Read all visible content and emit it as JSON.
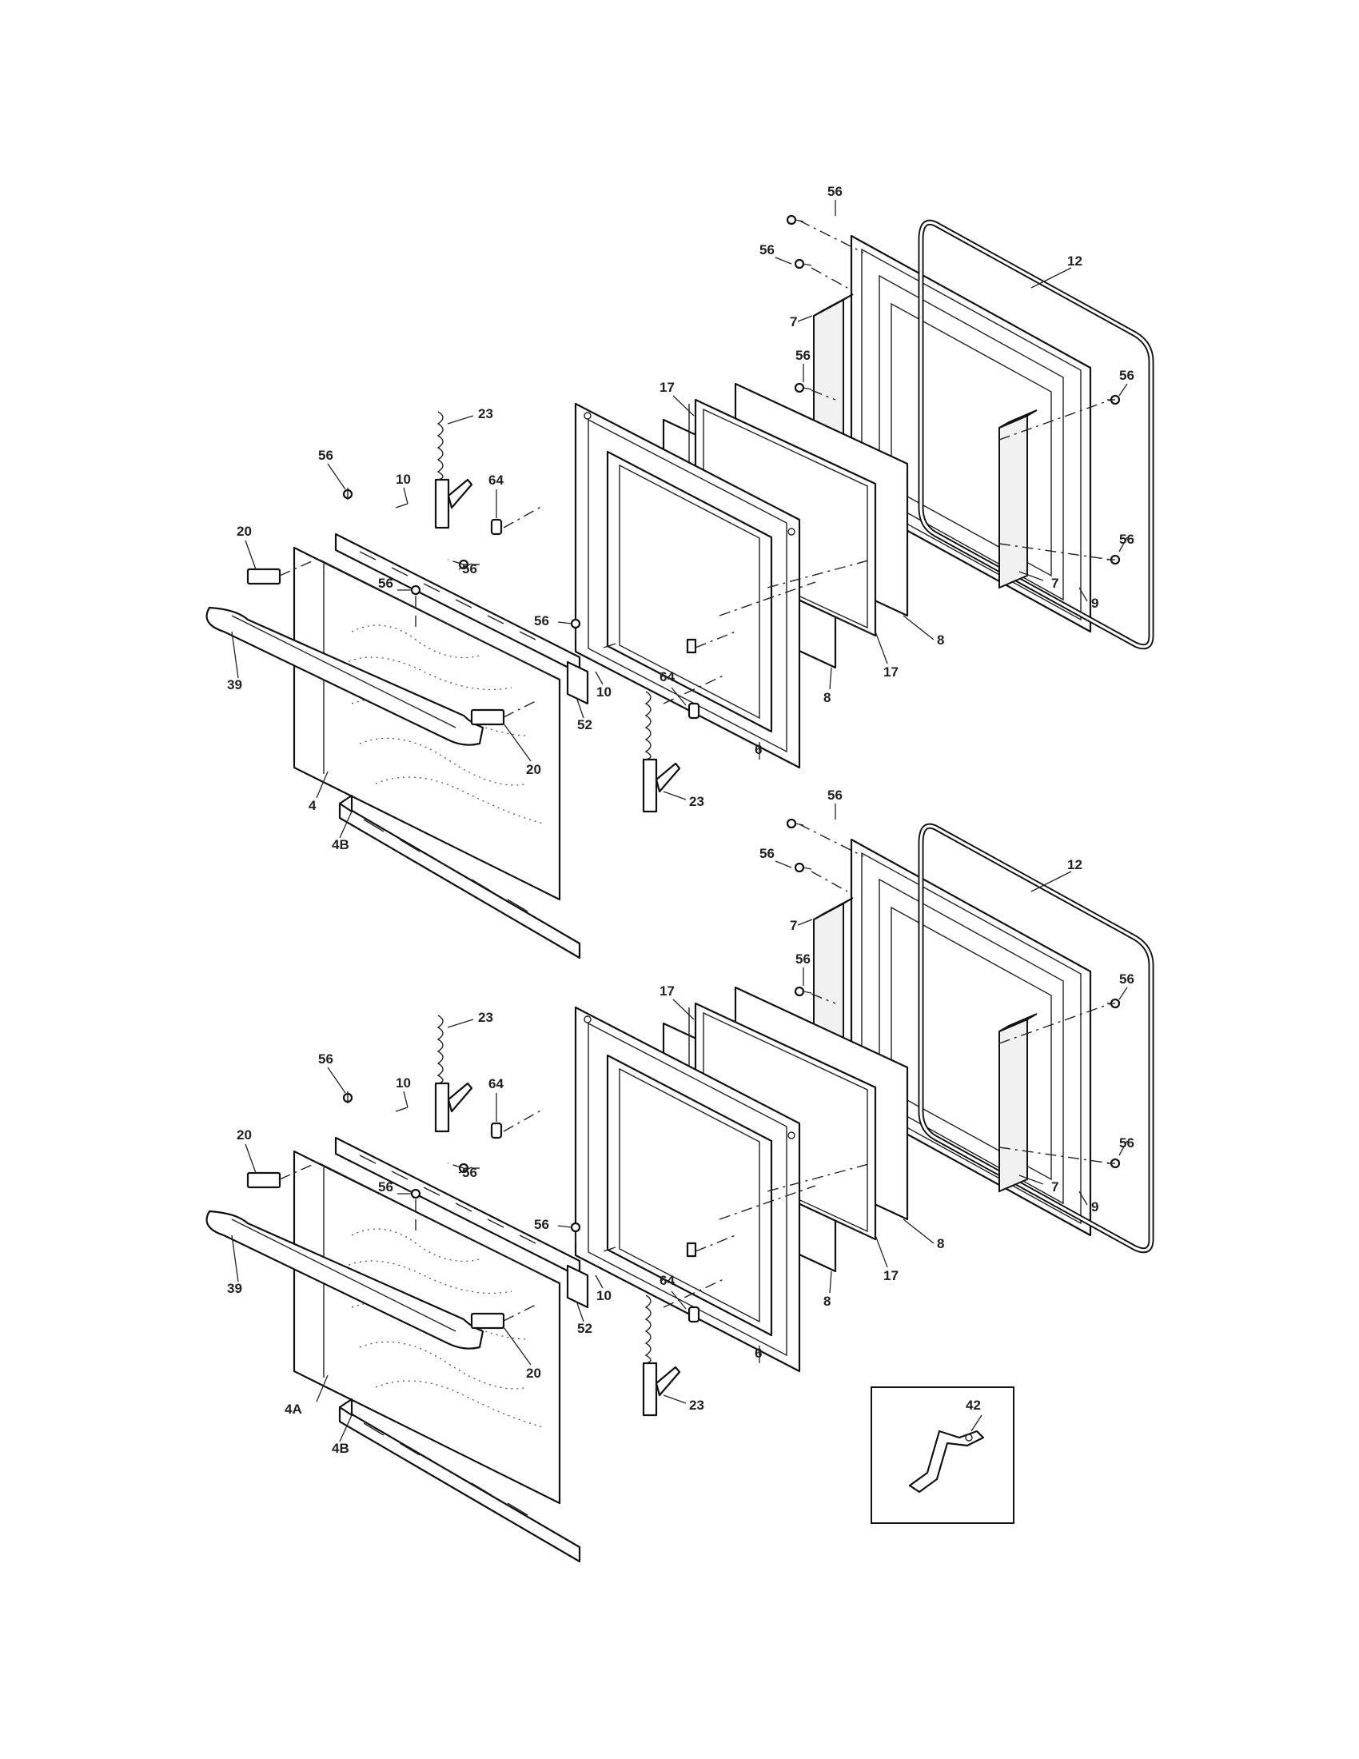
{
  "callouts": {
    "c56": "56",
    "c12": "12",
    "c7": "7",
    "c9": "9",
    "c17": "17",
    "c8": "8",
    "c6": "6",
    "c23": "23",
    "c64": "64",
    "c10": "10",
    "c20": "20",
    "c39": "39",
    "c52": "52",
    "c4": "4",
    "c4A": "4A",
    "c4B": "4B",
    "c42": "42"
  }
}
